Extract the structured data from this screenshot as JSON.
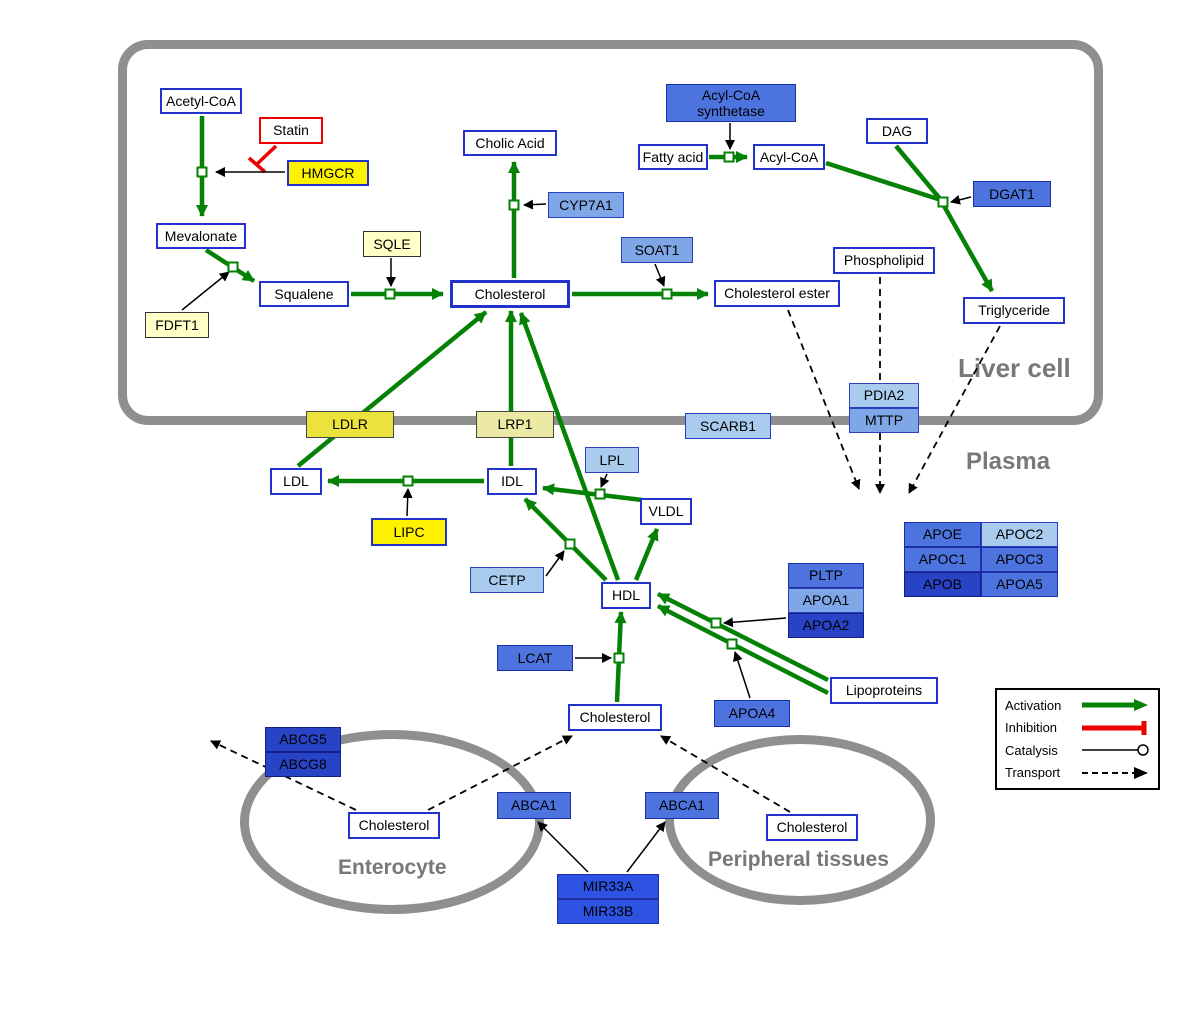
{
  "compartments": {
    "liver": "Liver cell",
    "plasma": "Plasma",
    "enterocyte": "Enterocyte",
    "peripheral": "Peripheral tissues"
  },
  "legend": {
    "activation": "Activation",
    "inhibition": "Inhibition",
    "catalysis": "Catalysis",
    "transport": "Transport"
  },
  "colors": {
    "activation_green": "#058205",
    "inhibition_red": "#ee0000",
    "membrane_gray": "#8f8f8f",
    "metabolite_border_blue": "#2233cc",
    "gene_light_blue": "#a9cbee",
    "gene_medium_blue": "#4d74de",
    "gene_dark_blue": "#2843c6",
    "enzyme_yellow": "#fff200",
    "enzyme_pale_yellow": "#ffffc6"
  },
  "nodes": {
    "acetyl_coa": "Acetyl-CoA",
    "statin": "Statin",
    "hmgcr": "HMGCR",
    "mevalonate": "Mevalonate",
    "fdft1": "FDFT1",
    "squalene": "Squalene",
    "sqle": "SQLE",
    "cholesterol_liver": "Cholesterol",
    "cholic_acid": "Cholic Acid",
    "cyp7a1": "CYP7A1",
    "soat1": "SOAT1",
    "cholesterol_ester": "Cholesterol ester",
    "acyl_coa_synthetase": "Acyl-CoA synthetase",
    "fatty_acid": "Fatty acid",
    "acyl_coa": "Acyl-CoA",
    "dag": "DAG",
    "dgat1": "DGAT1",
    "phospholipid": "Phospholipid",
    "triglyceride": "Triglyceride",
    "ldlr": "LDLR",
    "lrp1": "LRP1",
    "scarb1": "SCARB1",
    "pdia2": "PDIA2",
    "mttp": "MTTP",
    "ldl": "LDL",
    "idl": "IDL",
    "lpl": "LPL",
    "vldl": "VLDL",
    "lipc": "LIPC",
    "cetp": "CETP",
    "hdl": "HDL",
    "pltp": "PLTP",
    "apoa1": "APOA1",
    "apoa2": "APOA2",
    "lcat": "LCAT",
    "apoa4": "APOA4",
    "lipoproteins": "Lipoproteins",
    "apoe": "APOE",
    "apoc2": "APOC2",
    "apoc1": "APOC1",
    "apoc3": "APOC3",
    "apob": "APOB",
    "apoa5": "APOA5",
    "cholesterol_plasma": "Cholesterol",
    "abcg5": "ABCG5",
    "abcg8": "ABCG8",
    "cholesterol_enterocyte": "Cholesterol",
    "abca1_enterocyte": "ABCA1",
    "abca1_peripheral": "ABCA1",
    "cholesterol_peripheral": "Cholesterol",
    "mir33a": "MIR33A",
    "mir33b": "MIR33B"
  }
}
